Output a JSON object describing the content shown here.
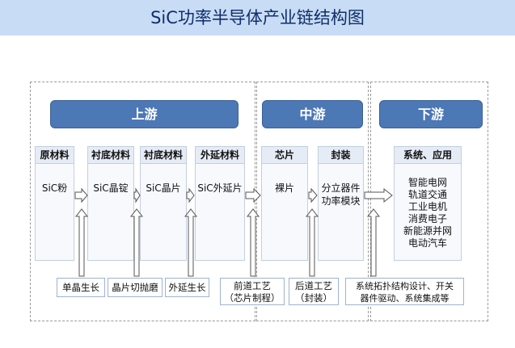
{
  "title": "SiC功率半导体产业链结构图",
  "stages": {
    "upstream": "上游",
    "midstream": "中游",
    "downstream": "下游"
  },
  "columns": [
    {
      "header": "原材料",
      "body": [
        "SiC粉"
      ]
    },
    {
      "header": "衬底材料",
      "body": [
        "SiC晶锭"
      ]
    },
    {
      "header": "衬底材料",
      "body": [
        "SiC晶片"
      ]
    },
    {
      "header": "外延材料",
      "body": [
        "SiC外延片"
      ]
    },
    {
      "header": "芯片",
      "body": [
        "裸片"
      ]
    },
    {
      "header": "封装",
      "body": [
        "分立器件",
        "功率模块"
      ]
    },
    {
      "header": "系统、应用",
      "body": [
        "智能电网",
        "轨道交通",
        "工业电机",
        "消费电子",
        "新能源并网",
        "电动汽车"
      ]
    }
  ],
  "processes": [
    {
      "lines": [
        "单晶生长"
      ]
    },
    {
      "lines": [
        "晶片切抛磨"
      ]
    },
    {
      "lines": [
        "外延生长"
      ]
    },
    {
      "lines": [
        "前道工艺",
        "（芯片制程）"
      ]
    },
    {
      "lines": [
        "后道工艺",
        "（封装）"
      ]
    },
    {
      "lines": [
        "系统拓扑结构设计、开关",
        "器件驱动、系统集成等"
      ]
    }
  ],
  "colors": {
    "title_bar": "#c9dcf5",
    "banner": "#4d78b6",
    "arrow": "#ffffff"
  }
}
